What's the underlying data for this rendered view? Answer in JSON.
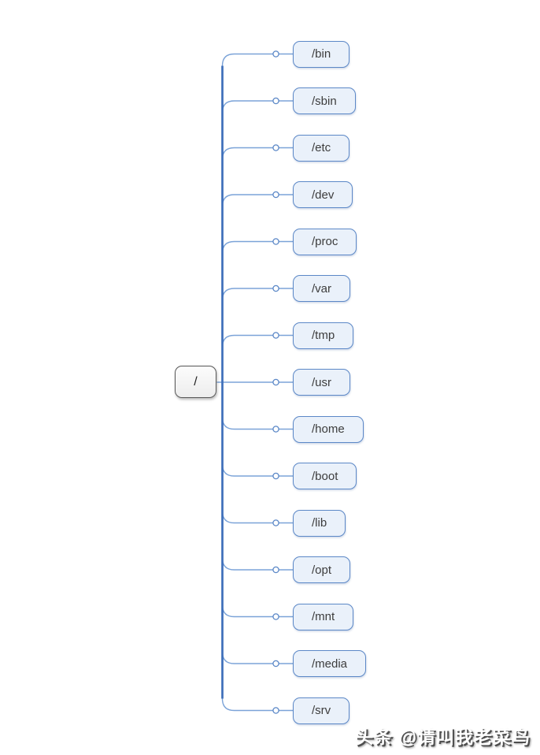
{
  "diagram": {
    "root": {
      "label": "/"
    },
    "children": [
      {
        "label": "/bin"
      },
      {
        "label": "/sbin"
      },
      {
        "label": "/etc"
      },
      {
        "label": "/dev"
      },
      {
        "label": "/proc"
      },
      {
        "label": "/var"
      },
      {
        "label": "/tmp"
      },
      {
        "label": "/usr"
      },
      {
        "label": "/home"
      },
      {
        "label": "/boot"
      },
      {
        "label": "/lib"
      },
      {
        "label": "/opt"
      },
      {
        "label": "/mnt"
      },
      {
        "label": "/media"
      },
      {
        "label": "/srv"
      }
    ],
    "colors": {
      "trunk": "#3e6fba",
      "branch": "#7ba3d8",
      "node_border": "#5c88c7",
      "node_fill": "#eaf1fa",
      "root_border": "#575757",
      "text": "#3d3d3d",
      "dot_fill": "#ffffff"
    }
  },
  "watermark": {
    "text": "头条 @请叫我老菜鸟"
  }
}
